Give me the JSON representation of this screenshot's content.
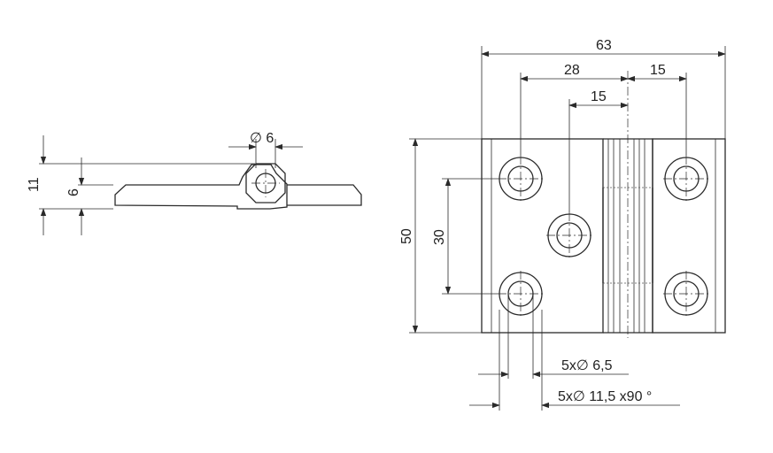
{
  "dimensions": {
    "side_view": {
      "hole_diameter": "∅ 6",
      "total_height": "11",
      "plate_thickness": "6"
    },
    "front_view": {
      "overall_width": "63",
      "hole_span": "28",
      "knuckle_offset": "15",
      "center_hole_offset": "15",
      "overall_height": "50",
      "hole_vertical_spacing": "30",
      "through_hole_callout": "5x∅ 6,5",
      "countersink_callout": "5x∅ 11,5 x90 °"
    }
  }
}
